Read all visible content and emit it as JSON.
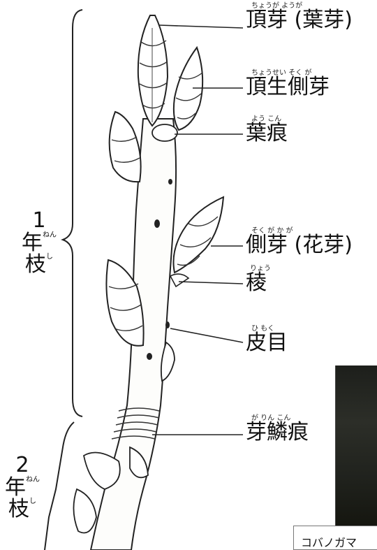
{
  "labels": [
    {
      "id": "terminal-bud",
      "text": "頂芽 (葉芽)",
      "ruby": "ちょうが     ようが"
    },
    {
      "id": "pseudo-terminal-bud",
      "text": "頂生側芽",
      "ruby": "ちょうせい そく が"
    },
    {
      "id": "leaf-scar",
      "text": "葉痕",
      "ruby": "よう こん"
    },
    {
      "id": "lateral-bud",
      "text": "側芽 (花芽)",
      "ruby": "そく が      か が"
    },
    {
      "id": "ridge",
      "text": "稜",
      "ruby": "りょう"
    },
    {
      "id": "lenticel",
      "text": "皮目",
      "ruby": "ひ もく"
    },
    {
      "id": "bud-scale-scar",
      "text": "芽鱗痕",
      "ruby": "が りん こん"
    }
  ],
  "age_groups": {
    "first_year": {
      "number": "1",
      "char1": "年",
      "ruby1": "ねん",
      "char2": "枝",
      "ruby2": "し"
    },
    "second_year": {
      "number": "2",
      "char1": "年",
      "ruby1": "ねん",
      "char2": "枝",
      "ruby2": "し"
    }
  },
  "caption": "コバノガマ"
}
